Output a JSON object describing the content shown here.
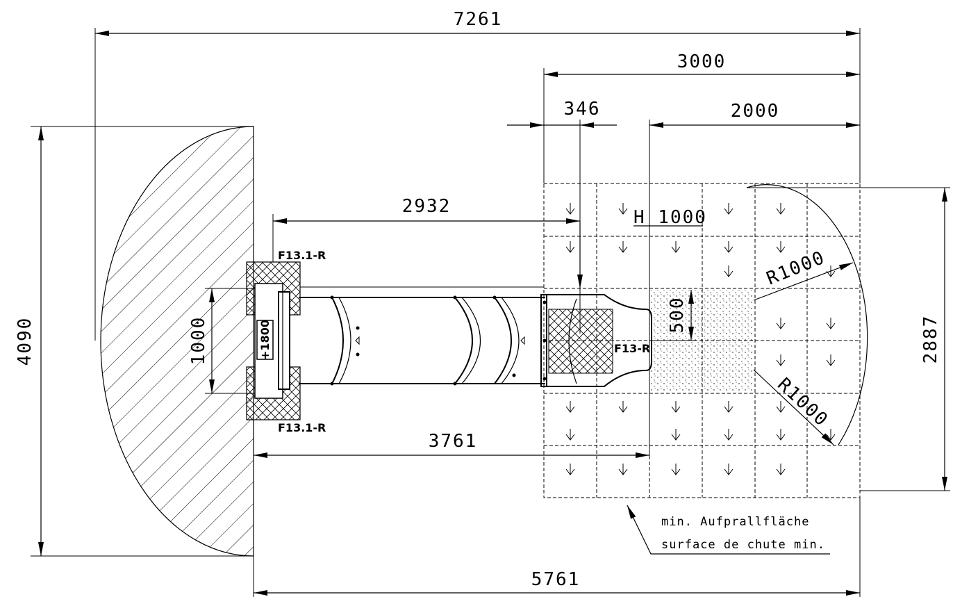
{
  "dimensions": {
    "overall_width": "7261",
    "right_zone": "3000",
    "offset": "346",
    "right_inner": "2000",
    "slide_length": "2932",
    "slide_run": "3761",
    "bottom_total": "5761",
    "height_total": "4090",
    "height_right": "2887",
    "platform": "1000",
    "exit_width": "500"
  },
  "labels": {
    "height_tag": "H 1000",
    "radius_top": "R1000",
    "radius_bottom": "R1000",
    "f131_top": "F13.1-R",
    "f131_bottom": "F13.1-R",
    "f13": "F13-R",
    "platform_height": "+1800"
  },
  "note": {
    "line1": "min. Aufprallfläche",
    "line2": "surface de chute min."
  },
  "colors": {
    "ink": "#000000",
    "background": "#ffffff"
  }
}
